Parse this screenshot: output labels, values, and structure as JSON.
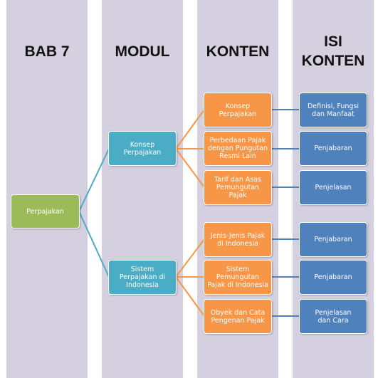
{
  "columns": {
    "bab": "BAB 7",
    "modul": "MODUL",
    "konten": "KONTEN",
    "isi_line1": "ISI",
    "isi_line2": "KONTEN"
  },
  "bab_node": "Perpajakan",
  "modules": [
    {
      "label": "Konsep Perpajakan",
      "contents": [
        {
          "label": "Konsep Perpajakan",
          "isi": "Definisi, Fungsi dan Manfaat"
        },
        {
          "label": "Perbedaan Pajak dengan Pungutan Resmi Lain",
          "isi": "Penjabaran"
        },
        {
          "label": "Tarif dan Asas Pemungutan Pajak",
          "isi": "Penjelasan"
        }
      ]
    },
    {
      "label": "Sistem Perpajakan di Indonesia",
      "contents": [
        {
          "label": "Jenis-Jenis Pajak di Indonesia",
          "isi": "Penjabaran"
        },
        {
          "label": "Sistem Pemungutan Pajak di Indonesia",
          "isi": "Penjabaran"
        },
        {
          "label": "Obyek dan Cata Pengenan Pajak",
          "isi": "Penjelasan dan Cara"
        }
      ]
    }
  ],
  "colors": {
    "column_bg": "#d5d0df",
    "bab_node": "#9bbb59",
    "module_node": "#4bacc6",
    "content_node": "#f79646",
    "isi_node": "#4f81bd"
  }
}
